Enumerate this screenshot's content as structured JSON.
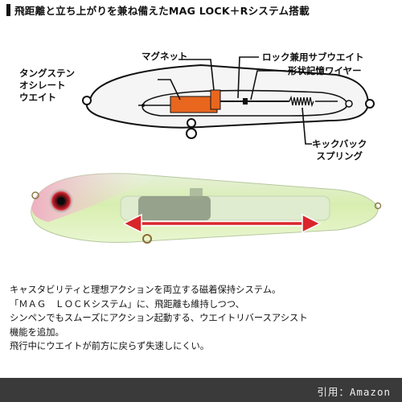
{
  "header": {
    "title": "飛距離と立ち上がりを兼ね備えたMAG LOCK＋Rシステム搭載"
  },
  "diagram": {
    "labels": {
      "tungsten_line1": "タングステン",
      "tungsten_line2": "オシレート",
      "tungsten_line3": "ウエイト",
      "magnet": "マグネット",
      "lock_sub_weight": "ロック兼用サブウエイト",
      "shape_memory_wire": "形状記憶ワイヤー",
      "kickback_line1": "キックバック",
      "kickback_line2": "スプリング"
    }
  },
  "description": {
    "lines": [
      "キャスタビリティと理想アクションを両立する磁着保持システム。",
      "「ＭＡＧ　ＬＯＣＫシステム」に、飛距離も維持しつつ、",
      "シンペンでもスムーズにアクション起動する、ウエイトリバースアシスト",
      "機能を追加。",
      "飛行中にウエイトが前方に戻らず失速しにくい。"
    ]
  },
  "footer": {
    "credit": "引用：Amazon"
  },
  "colors": {
    "weight_orange": "#e8661e",
    "arrow_red": "#d9262b",
    "footer_bg": "#3a3a3a"
  }
}
